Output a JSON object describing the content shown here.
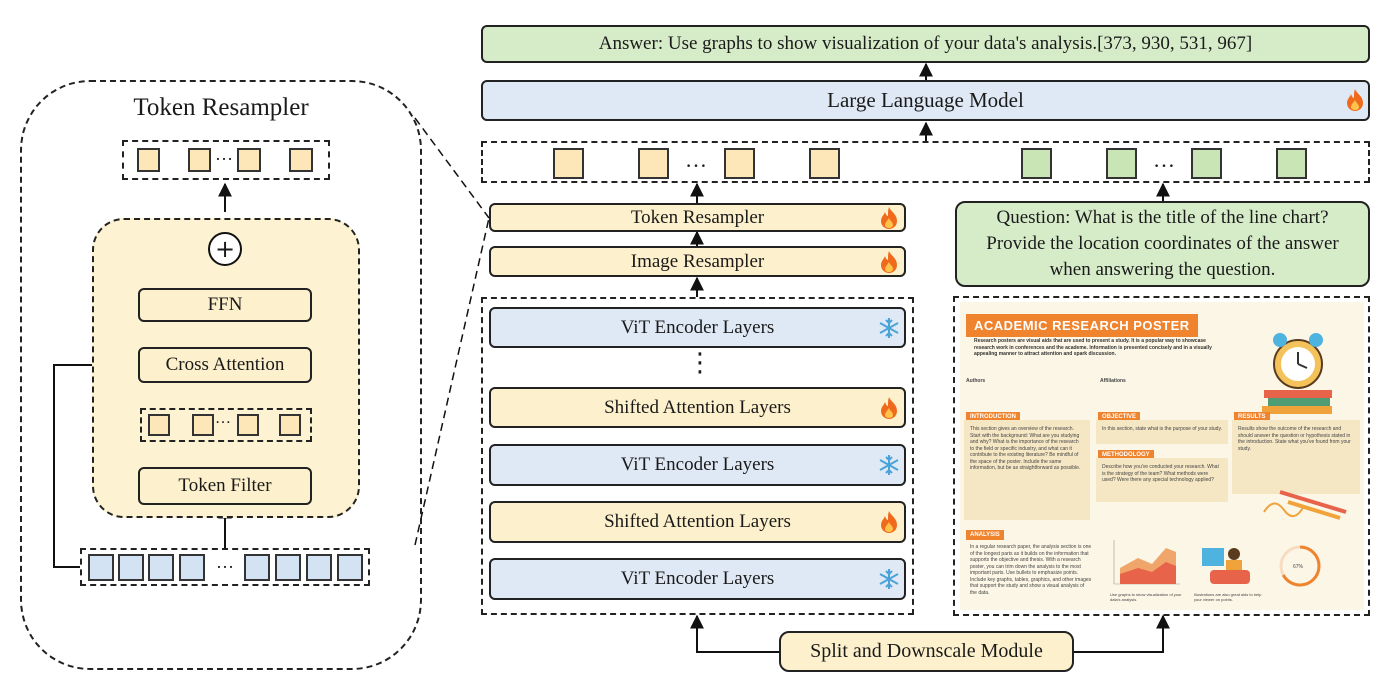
{
  "left_panel": {
    "title": "Token Resampler",
    "ffn": "FFN",
    "cross_attention": "Cross Attention",
    "token_filter": "Token Filter",
    "plus": "+"
  },
  "right": {
    "answer": "Answer: Use graphs to show visualization of your data's analysis.[373, 930, 531, 967]",
    "llm": "Large Language Model",
    "token_resampler": "Token Resampler",
    "image_resampler": "Image Resampler",
    "vit1": "ViT Encoder Layers",
    "vit2": "ViT Encoder Layers",
    "vit3": "ViT Encoder Layers",
    "shifted1": "Shifted Attention Layers",
    "shifted2": "Shifted Attention Layers",
    "question": "Question: What is the title of the line chart? Provide the location coordinates of the answer when answering the question.",
    "split": "Split and Downscale Module",
    "vdots": "⋮",
    "hdots": "…"
  },
  "icons": {
    "fire": "fire-icon",
    "snow": "snowflake-icon"
  },
  "colors": {
    "yellow": "#fdf0cc",
    "blue": "#dfe9f5",
    "green": "#d6ecc9",
    "fire": "#f06a1e",
    "snow": "#4aa3d8"
  },
  "poster": {
    "title": "ACADEMIC RESEARCH POSTER",
    "intro_text": "Research posters are visual aids that are used to present a study. It is a popular way to showcase research work in conferences and the academe. Information is presented concisely and in a visually appealing manner to attract attention and spark discussion.",
    "authors_label": "Authors",
    "affiliations_label": "Affiliations",
    "introduction": "INTRODUCTION",
    "objective": "OBJECTIVE",
    "results": "RESULTS",
    "methodology": "METHODOLOGY",
    "analysis": "ANALYSIS",
    "intro_body": "This section gives an overview of the research. Start with the background: What are you studying and why? What is the importance of the research to the field or specific industry, and what can it contribute to the existing literature? Be mindful of the space of the poster. Include the same information, but be as straightforward as possible.",
    "objective_body": "In this section, state what is the purpose of your study.",
    "results_body": "Results show the outcome of the research and should answer the question or hypothesis stated in the introduction. State what you've found from your study.",
    "method_body": "Describe how you've conducted your research. What is the strategy of the team? What methods were used? Were there any special technology applied?",
    "analysis_body": "In a regular research paper, the analysis section is one of the longest parts as it builds on the information that supports the objective and thesis. With a research poster, you can trim down the analysis to the most important parts. Use bullets to emphasize points. Include key graphs, tables, graphics, and other images that support the study and show a visual analysis of the data.",
    "caption1": "Use graphs to show visualization of your data's analysis.",
    "caption2": "Illustrations are also great aids to help your viewer on points.",
    "donut_label": "67%"
  }
}
